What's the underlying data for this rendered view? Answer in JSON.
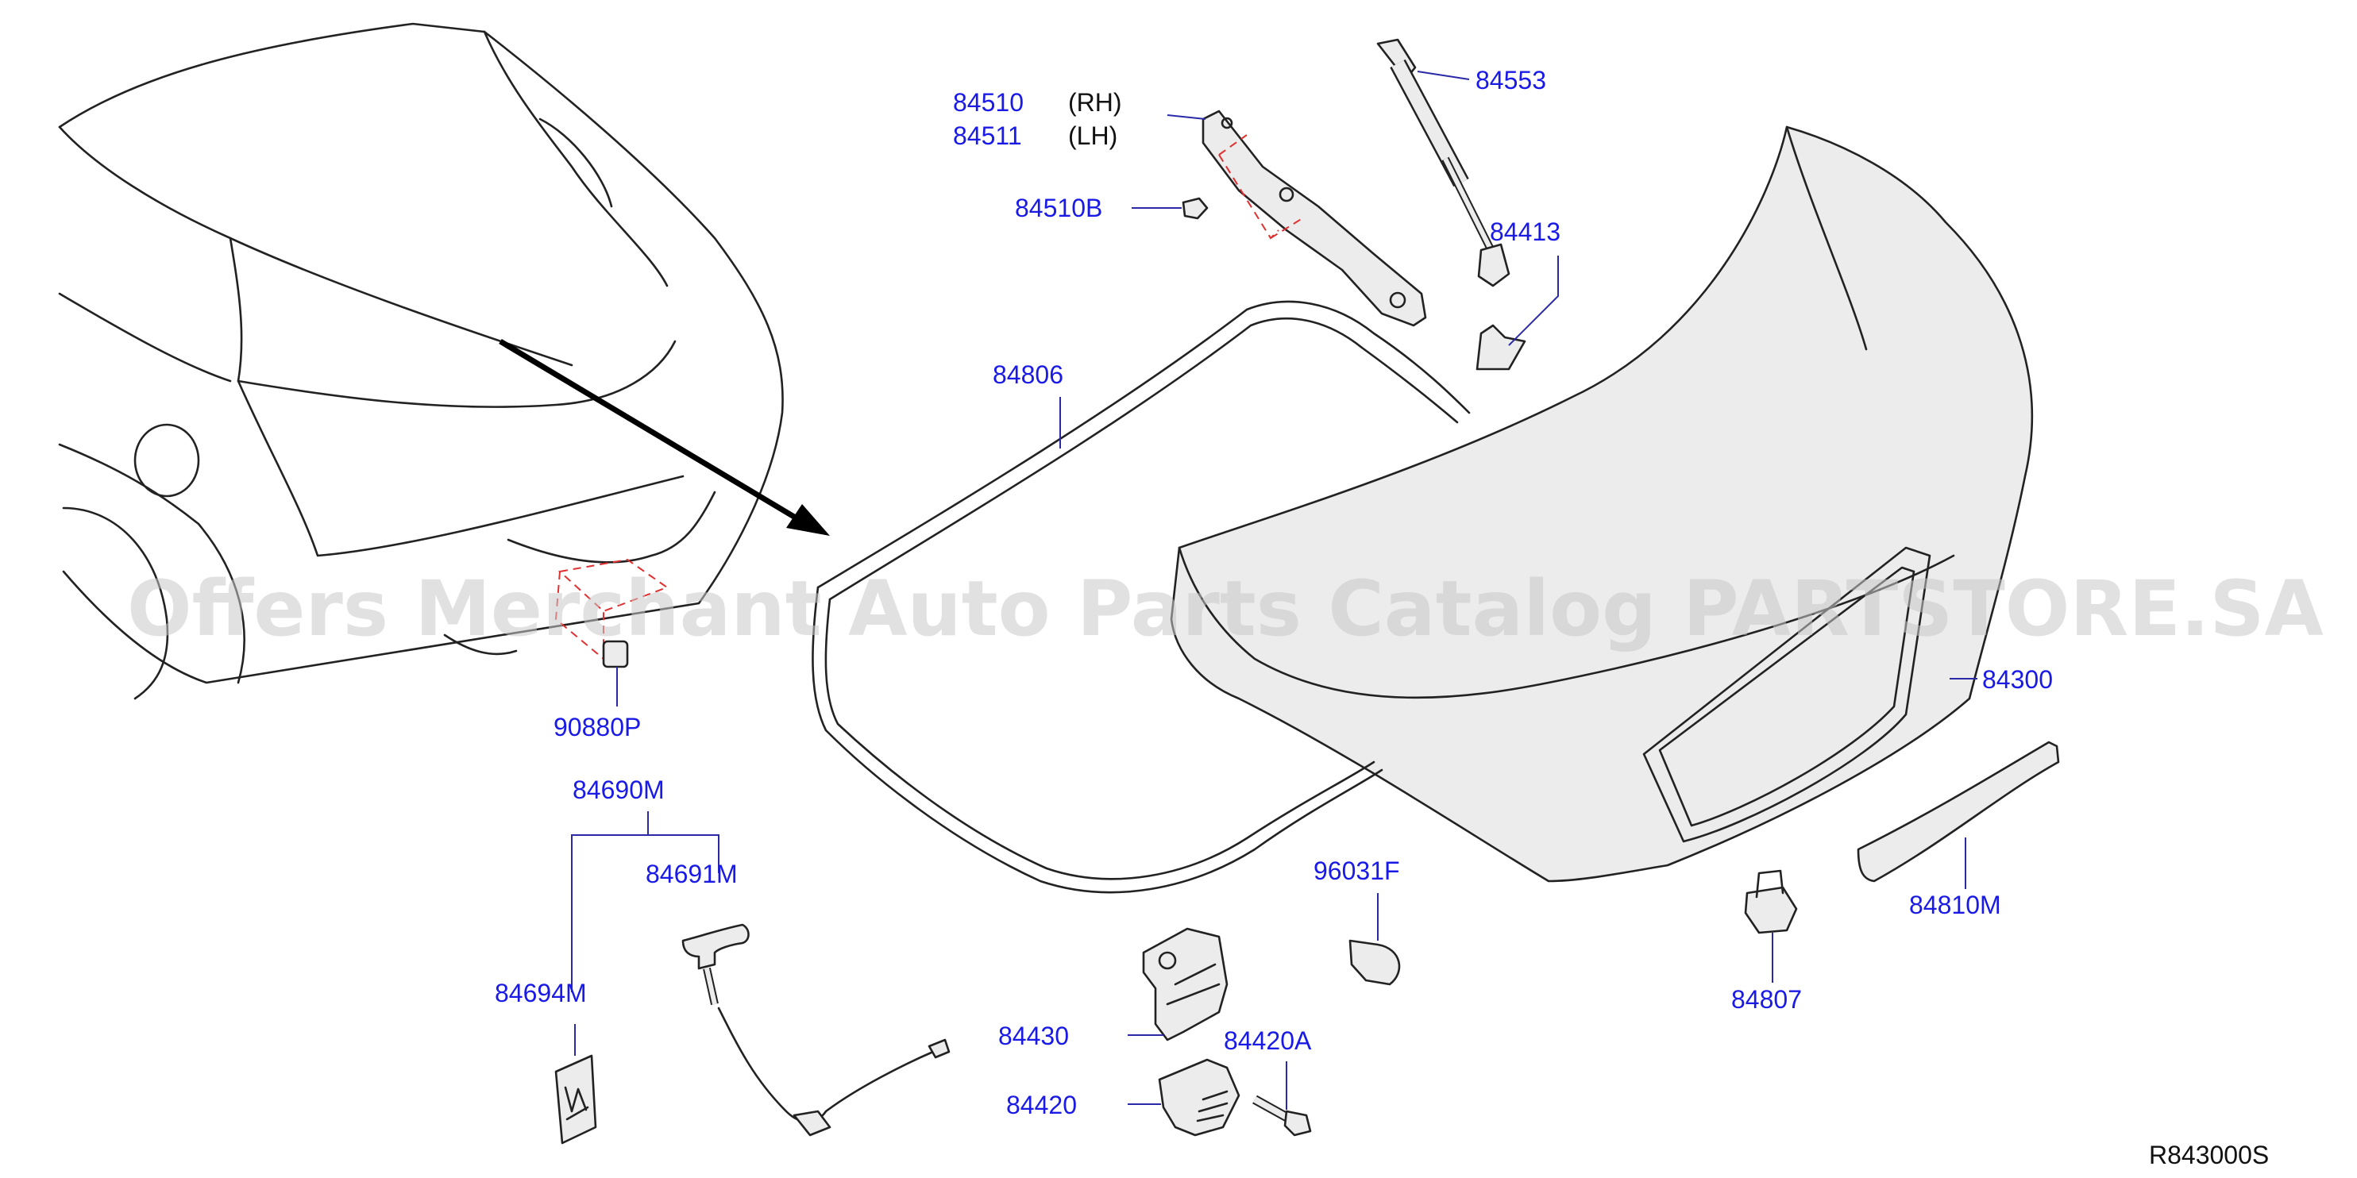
{
  "labels": {
    "p84510": "84510",
    "p84511": "84511",
    "rh": "(RH)",
    "lh": "(LH)",
    "p84510b": "84510B",
    "p84553": "84553",
    "p84413": "84413",
    "p84806": "84806",
    "p90880p": "90880P",
    "p84300": "84300",
    "p84690m": "84690M",
    "p84691m": "84691M",
    "p84694m": "84694M",
    "p96031f": "96031F",
    "p84810m": "84810M",
    "p84807": "84807",
    "p84430": "84430",
    "p84420a": "84420A",
    "p84420": "84420"
  },
  "watermark": "Offers Merchant Auto Parts Catalog PARTSTORE.SA",
  "diagram_code": "R843000S",
  "colors": {
    "label": "#1a1ae6",
    "leader": "#2a2aa8",
    "dashed": "#e03030",
    "line": "#222222"
  }
}
